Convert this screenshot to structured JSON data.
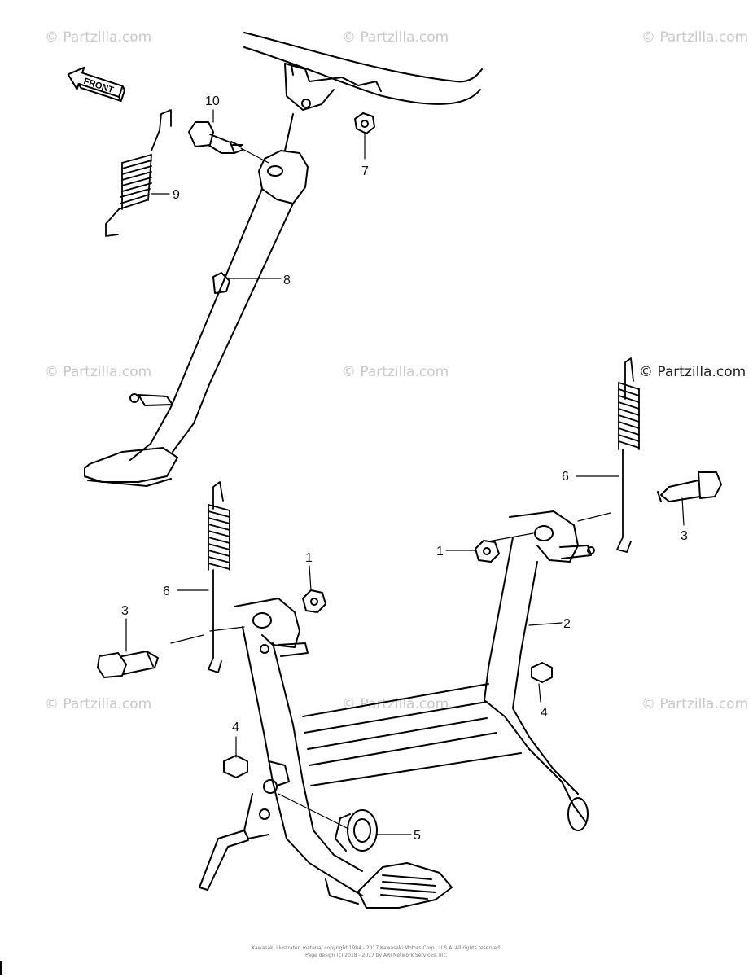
{
  "front_label": "FRONT",
  "watermarks": [
    "© Partzilla.com",
    "© Partzilla.com",
    "© Partzilla.com",
    "© Partzilla.com",
    "© Partzilla.com",
    "© Partzilla.com",
    "© Partzilla.com",
    "© Partzilla.com",
    "© Partzilla.com"
  ],
  "watermark_strong": "© Partzilla.com",
  "callouts": [
    {
      "id": "c10",
      "label": "10"
    },
    {
      "id": "c7",
      "label": "7"
    },
    {
      "id": "c9",
      "label": "9"
    },
    {
      "id": "c8",
      "label": "8"
    },
    {
      "id": "c6r",
      "label": "6"
    },
    {
      "id": "c3r",
      "label": "3"
    },
    {
      "id": "c1r",
      "label": "1"
    },
    {
      "id": "c2",
      "label": "2"
    },
    {
      "id": "c4r",
      "label": "4"
    },
    {
      "id": "c6l",
      "label": "6"
    },
    {
      "id": "c1l",
      "label": "1"
    },
    {
      "id": "c3l",
      "label": "3"
    },
    {
      "id": "c4l",
      "label": "4"
    },
    {
      "id": "c5",
      "label": "5"
    }
  ],
  "footer_line1": "Kawasaki illustrated material copyright 1984 - 2017 Kawasaki Motors Corp., U.S.A. All rights reserved.",
  "footer_line2": "Page design (c) 2018 - 2017 by ARI Network Services, Inc."
}
